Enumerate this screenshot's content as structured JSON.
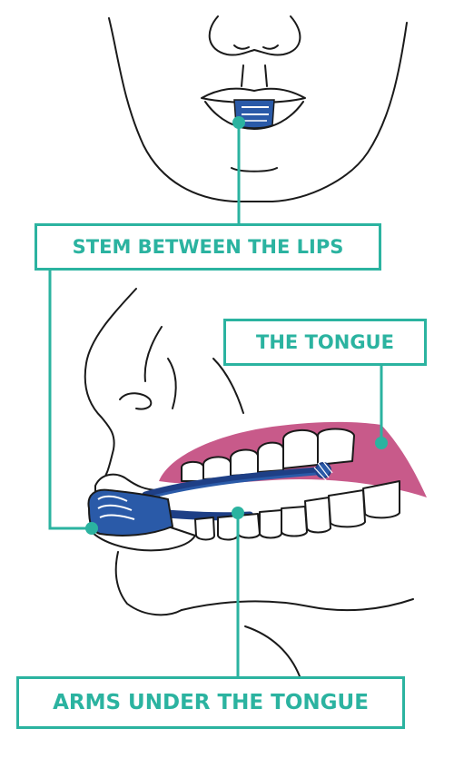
{
  "labels": {
    "stem": "STEM BETWEEN THE LIPS",
    "tongue": "THE TONGUE",
    "arms": "ARMS UNDER THE TONGUE"
  },
  "icons": {
    "front-face": "face-front-icon",
    "side-face": "face-profile-icon",
    "device": "mouthpiece-icon"
  },
  "colors": {
    "accent": "#2bb3a0",
    "outline": "#1a1a1a",
    "tongue": "#c85a8a",
    "device": "#2a5aa8",
    "device_dark": "#1e3f86",
    "teeth": "#ffffff"
  }
}
